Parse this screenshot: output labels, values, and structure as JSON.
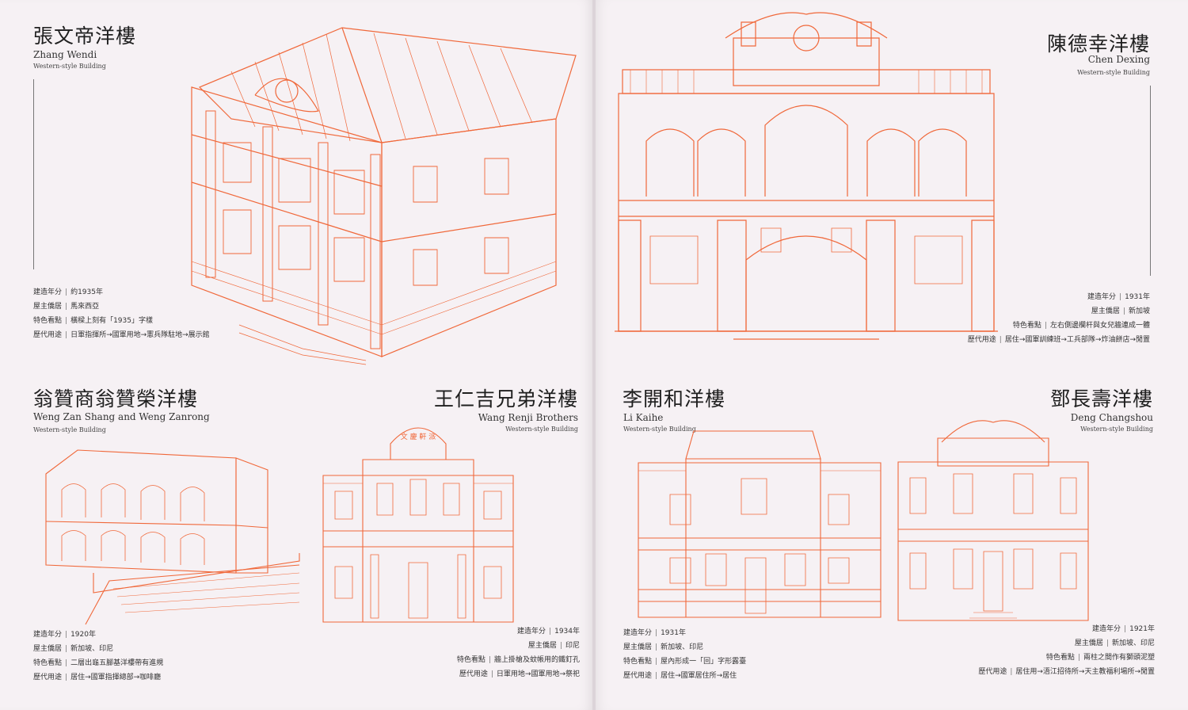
{
  "accent_color": "#f0683a",
  "buildings": {
    "zhang": {
      "title": "張文帝洋樓",
      "name_en": "Zhang Wendi",
      "subtitle": "Western-style Building",
      "facts": [
        {
          "label": "建造年分",
          "value": "約1935年"
        },
        {
          "label": "屋主僑居",
          "value": "馬來西亞"
        },
        {
          "label": "特色看點",
          "value": "橫樑上刻有「1935」字樣"
        },
        {
          "label": "歷代用途",
          "value": "日軍指揮所→國軍用地→憲兵隊駐地→展示館"
        }
      ]
    },
    "chen": {
      "title": "陳德幸洋樓",
      "name_en": "Chen Dexing",
      "subtitle": "Western-style Building",
      "facts": [
        {
          "label": "建造年分",
          "value": "1931年"
        },
        {
          "label": "屋主僑居",
          "value": "新加坡"
        },
        {
          "label": "特色看點",
          "value": "左右側邊欄杆與女兒牆連成一體"
        },
        {
          "label": "歷代用途",
          "value": "居住→國軍訓練班→工兵部隊→炸油餅店→閒置"
        }
      ]
    },
    "weng": {
      "title": "翁贊商翁贊榮洋樓",
      "name_en": "Weng Zan Shang and Weng Zanrong",
      "subtitle": "Western-style Building",
      "facts": [
        {
          "label": "建造年分",
          "value": "1920年"
        },
        {
          "label": "屋主僑居",
          "value": "新加坡、印尼"
        },
        {
          "label": "特色看點",
          "value": "二層出龜五腳基洋樓帶有進規"
        },
        {
          "label": "歷代用途",
          "value": "居住→國軍指揮總部→咖啡廳"
        }
      ]
    },
    "wang": {
      "title": "王仁吉兄弟洋樓",
      "name_en": "Wang Renji Brothers",
      "subtitle": "Western-style Building",
      "facts": [
        {
          "label": "建造年分",
          "value": "1934年"
        },
        {
          "label": "屋主僑居",
          "value": "印尼"
        },
        {
          "label": "特色看點",
          "value": "牆上掛槍及蚊帳用的鐵釘孔"
        },
        {
          "label": "歷代用途",
          "value": "日軍用地→國軍用地→祭祀"
        }
      ]
    },
    "li": {
      "title": "李開和洋樓",
      "name_en": "Li Kaihe",
      "subtitle": "Western-style Building",
      "facts": [
        {
          "label": "建造年分",
          "value": "1931年"
        },
        {
          "label": "屋主僑居",
          "value": "新加坡、印尼"
        },
        {
          "label": "特色看點",
          "value": "屋內形成一「回」字形露臺"
        },
        {
          "label": "歷代用途",
          "value": "居住→國軍居住所→居住"
        }
      ]
    },
    "deng": {
      "title": "鄧長壽洋樓",
      "name_en": "Deng Changshou",
      "subtitle": "Western-style Building",
      "facts": [
        {
          "label": "建造年分",
          "value": "1921年"
        },
        {
          "label": "屋主僑居",
          "value": "新加坡、印尼"
        },
        {
          "label": "特色看點",
          "value": "兩柱之間作有獅頭泥塑"
        },
        {
          "label": "歷代用途",
          "value": "居住用→浯江招待所→天主教福利場所→閒置"
        }
      ]
    }
  },
  "illustrations": {
    "zhang": {
      "icon": "building-illustration-icon"
    },
    "chen": {
      "icon": "building-illustration-icon"
    },
    "weng": {
      "icon": "building-illustration-icon"
    },
    "wang": {
      "icon": "building-illustration-icon",
      "plaque_text": "文 慶 軒 派"
    },
    "li": {
      "icon": "building-illustration-icon"
    },
    "deng": {
      "icon": "building-illustration-icon"
    }
  }
}
